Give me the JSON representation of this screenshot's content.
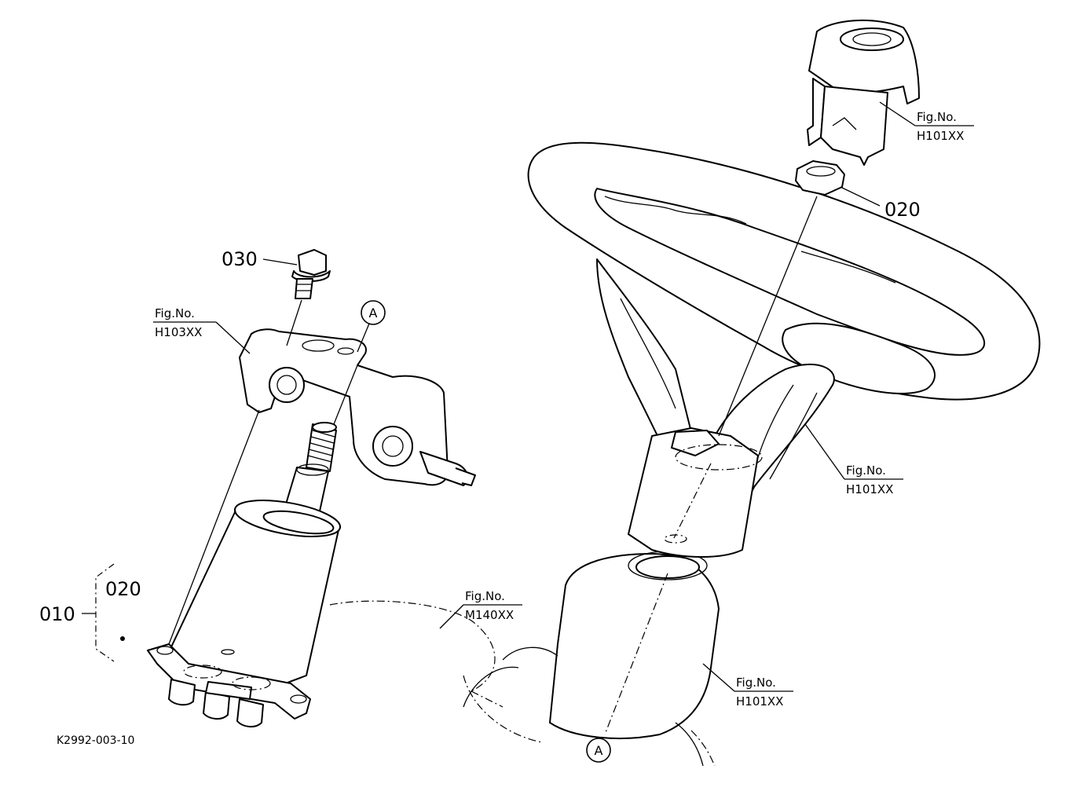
{
  "figure_code": "K2992-003-10",
  "callouts": [
    {
      "id": "ref_h101_top",
      "fig": "Fig.No.",
      "ref": "H101XX"
    },
    {
      "id": "ref_h103",
      "fig": "Fig.No.",
      "ref": "H103XX"
    },
    {
      "id": "ref_h101_wheel",
      "fig": "Fig.No.",
      "ref": "H101XX"
    },
    {
      "id": "ref_m140",
      "fig": "Fig.No.",
      "ref": "M140XX"
    },
    {
      "id": "ref_h101_column",
      "fig": "Fig.No.",
      "ref": "H101XX"
    }
  ],
  "part_numbers": {
    "nut": "020",
    "bolt": "030",
    "assembly": "010",
    "assembly_sub": "020"
  },
  "alignment_marks": {
    "upper": "A",
    "lower": "A"
  }
}
